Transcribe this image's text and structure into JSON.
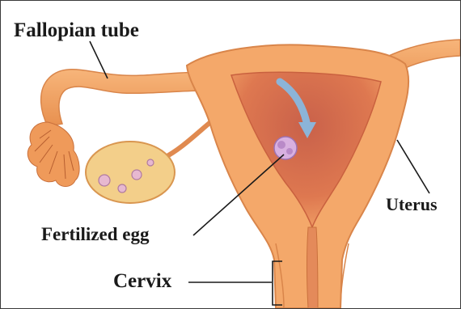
{
  "labels": {
    "fallopian_tube": "Fallopian tube",
    "uterus": "Uterus",
    "fertilized_egg": "Fertilized egg",
    "cervix": "Cervix"
  },
  "colors": {
    "tissue": "#f4a86a",
    "tissue_edge": "#d9854a",
    "cavity": "#e07a4e",
    "cavity_inner": "#d0644a",
    "ovary": "#f2d08e",
    "egg": "#c9a0d6",
    "arrow": "#8cb4d8",
    "leader": "#1a1a1a"
  }
}
